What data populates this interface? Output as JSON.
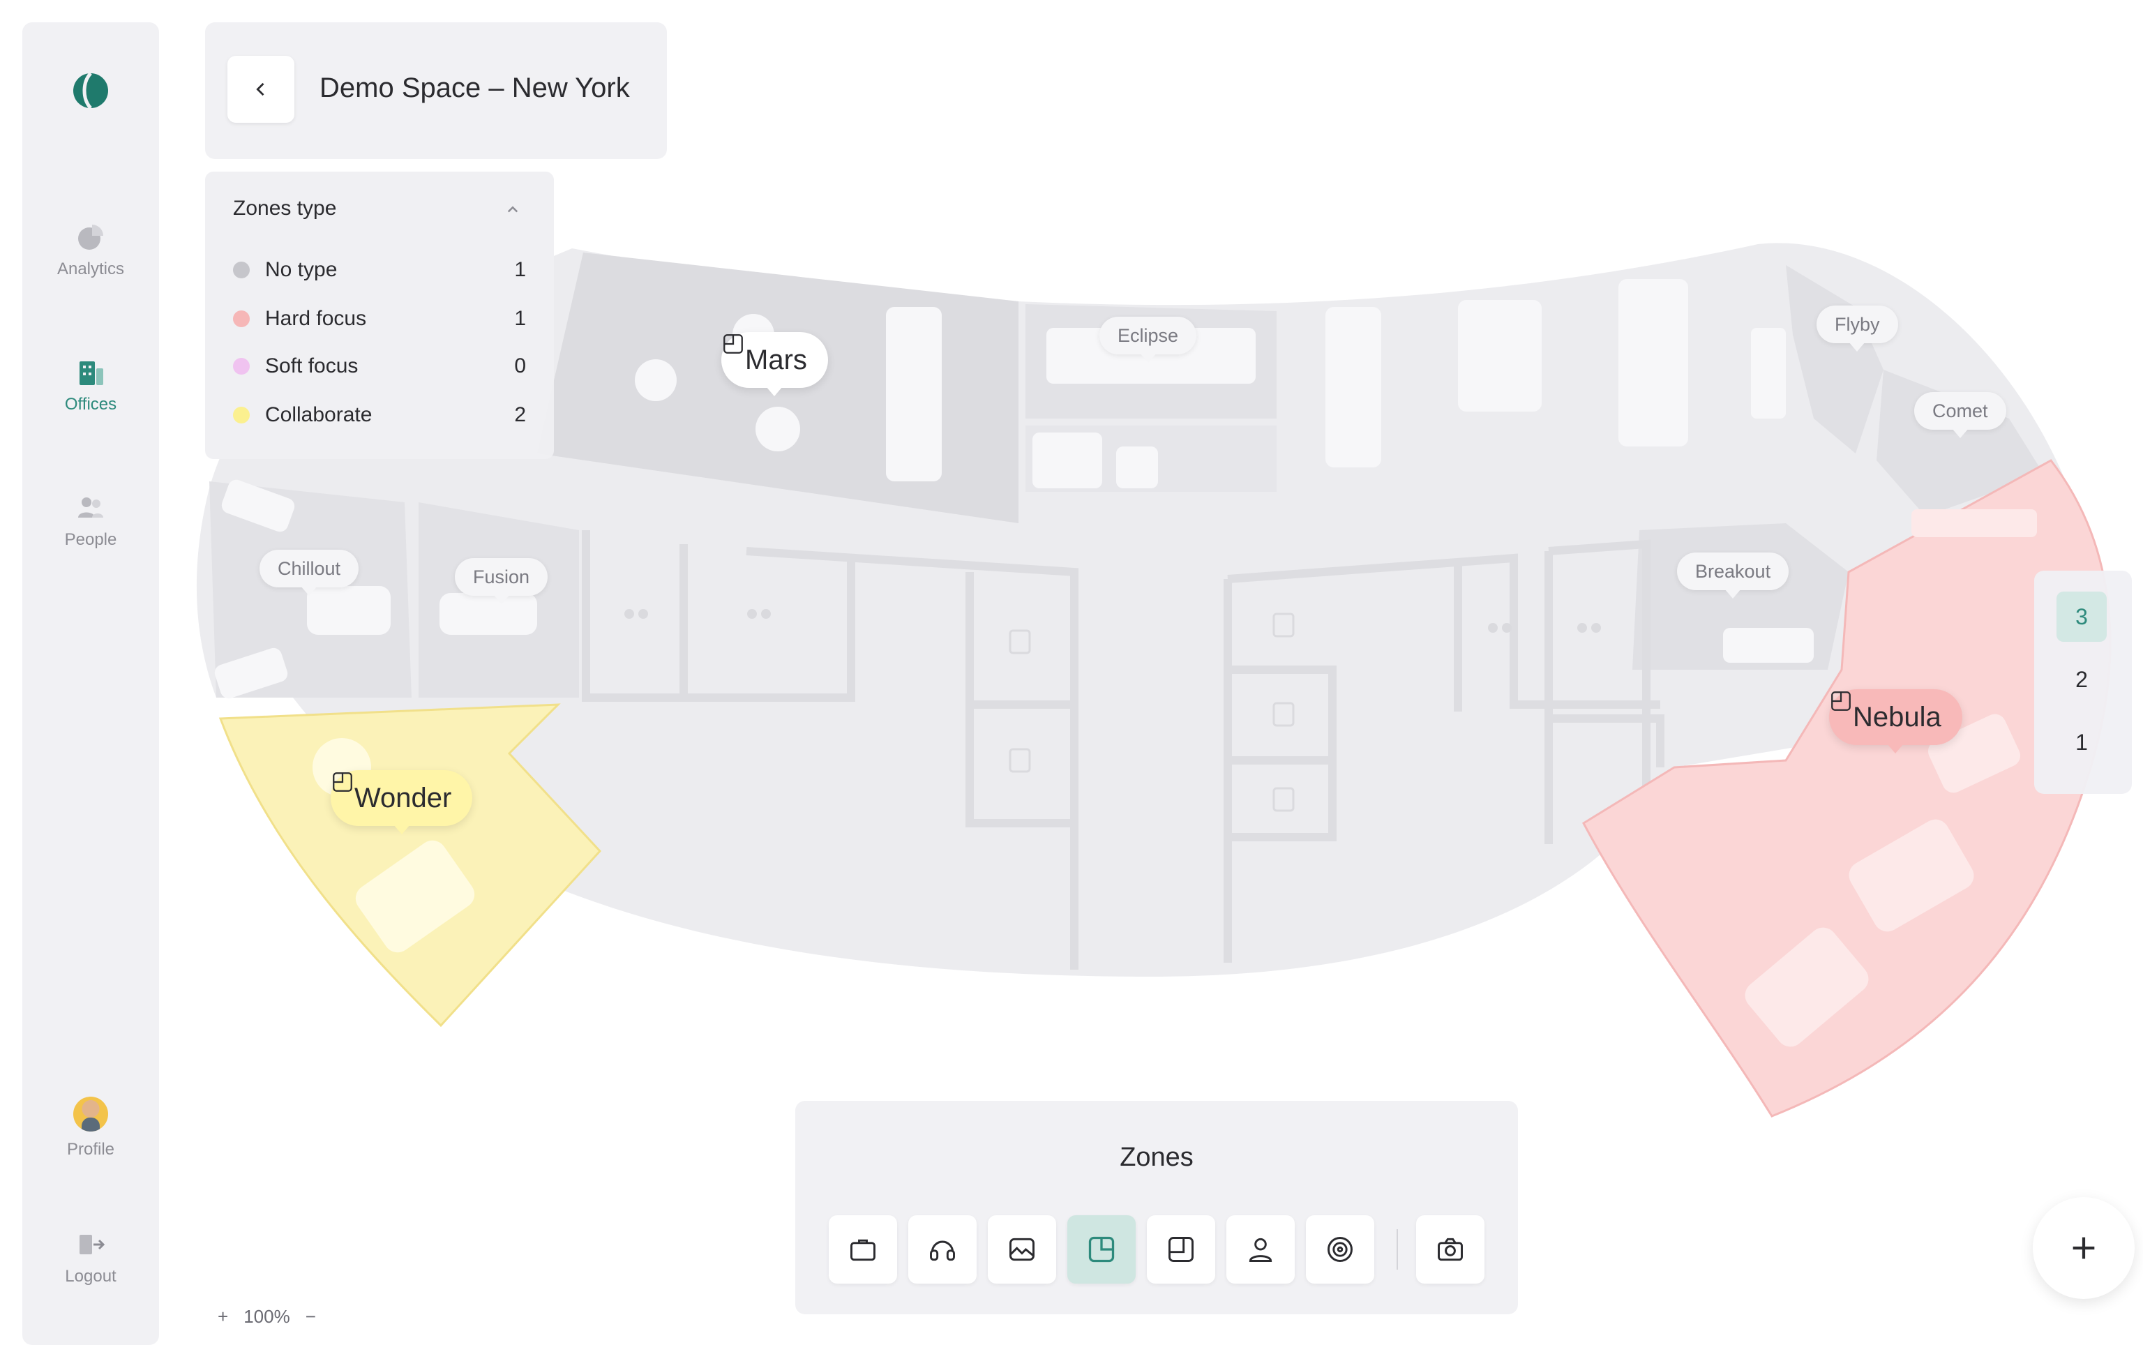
{
  "sidebar": {
    "items": [
      {
        "label": "Analytics",
        "icon": "pie-chart-icon"
      },
      {
        "label": "Offices",
        "icon": "building-icon"
      },
      {
        "label": "People",
        "icon": "people-icon"
      }
    ],
    "profile_label": "Profile",
    "logout_label": "Logout"
  },
  "header": {
    "title": "Demo Space – New York"
  },
  "legend": {
    "title": "Zones type",
    "rows": [
      {
        "label": "No type",
        "count": "1",
        "color": "#c6c6cb"
      },
      {
        "label": "Hard focus",
        "count": "1",
        "color": "#f6b7b7"
      },
      {
        "label": "Soft focus",
        "count": "0",
        "color": "#f0c3f0"
      },
      {
        "label": "Collaborate",
        "count": "2",
        "color": "#fbf08f"
      }
    ]
  },
  "map": {
    "zones": {
      "mars": "Mars",
      "wonder": "Wonder",
      "nebula": "Nebula"
    },
    "rooms": {
      "eclipse": "Eclipse",
      "flyby": "Flyby",
      "comet": "Comet",
      "chillout": "Chillout",
      "fusion": "Fusion",
      "breakout": "Breakout"
    }
  },
  "floors": {
    "items": [
      "3",
      "2",
      "1"
    ],
    "active": "3"
  },
  "toolbar": {
    "title": "Zones",
    "tools": [
      "briefcase-icon",
      "headset-icon",
      "image-icon",
      "zone-icon",
      "room-icon",
      "person-icon",
      "target-icon",
      "camera-icon"
    ],
    "active_tool": "zone-icon"
  },
  "zoom": {
    "plus": "+",
    "level": "100%",
    "minus": "−"
  },
  "colors": {
    "accent": "#2d8a7c",
    "zone_yellow": "#fbf2b8",
    "zone_pink": "#fbd6d6",
    "floor_grey": "#ececef"
  }
}
